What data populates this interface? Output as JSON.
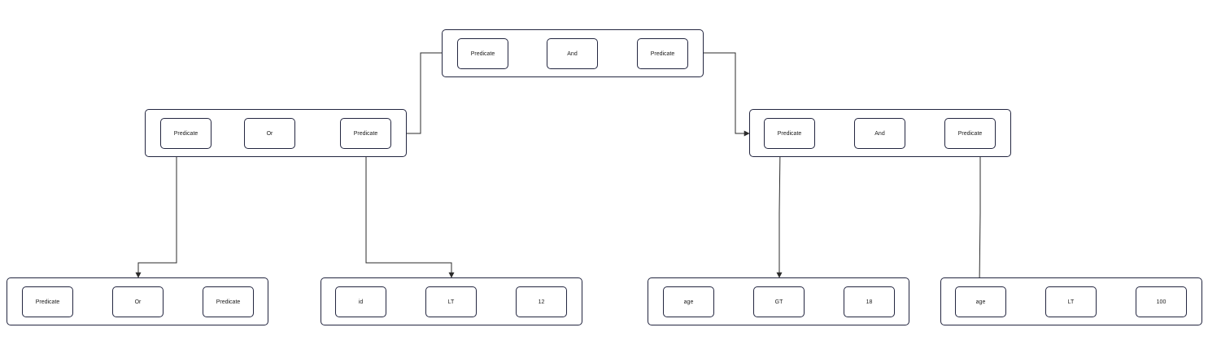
{
  "diagram": {
    "nodes": [
      {
        "id": "root",
        "cells": [
          {
            "text": "Predicate"
          },
          {
            "text": "And"
          },
          {
            "text": "Predicate"
          }
        ]
      },
      {
        "id": "left-mid",
        "cells": [
          {
            "text": "Predicate"
          },
          {
            "text": "Or"
          },
          {
            "text": "Predicate"
          }
        ]
      },
      {
        "id": "right-mid",
        "cells": [
          {
            "text": "Predicate"
          },
          {
            "text": "And"
          },
          {
            "text": "Predicate"
          }
        ]
      },
      {
        "id": "leaf-1",
        "cells": [
          {
            "text": "Predicate"
          },
          {
            "text": "Or"
          },
          {
            "text": "Predicate"
          }
        ]
      },
      {
        "id": "leaf-2",
        "cells": [
          {
            "text": "id"
          },
          {
            "text": "LT"
          },
          {
            "text": "12"
          }
        ]
      },
      {
        "id": "leaf-3",
        "cells": [
          {
            "text": "age"
          },
          {
            "text": "GT"
          },
          {
            "text": "18"
          }
        ]
      },
      {
        "id": "leaf-4",
        "cells": [
          {
            "text": "age"
          },
          {
            "text": "LT"
          },
          {
            "text": "100"
          }
        ]
      }
    ],
    "edges": [
      {
        "from": "root",
        "from_cell": 0,
        "to": "left-mid"
      },
      {
        "from": "root",
        "from_cell": 2,
        "to": "right-mid"
      },
      {
        "from": "left-mid",
        "from_cell": 0,
        "to": "leaf-1"
      },
      {
        "from": "left-mid",
        "from_cell": 2,
        "to": "leaf-2"
      },
      {
        "from": "right-mid",
        "from_cell": 0,
        "to": "leaf-3"
      },
      {
        "from": "right-mid",
        "from_cell": 2,
        "to": "leaf-4"
      }
    ],
    "colors": {
      "border": "#232640",
      "line": "#2b2b2b",
      "text": "#1b1b1b",
      "background": "#ffffff"
    }
  }
}
